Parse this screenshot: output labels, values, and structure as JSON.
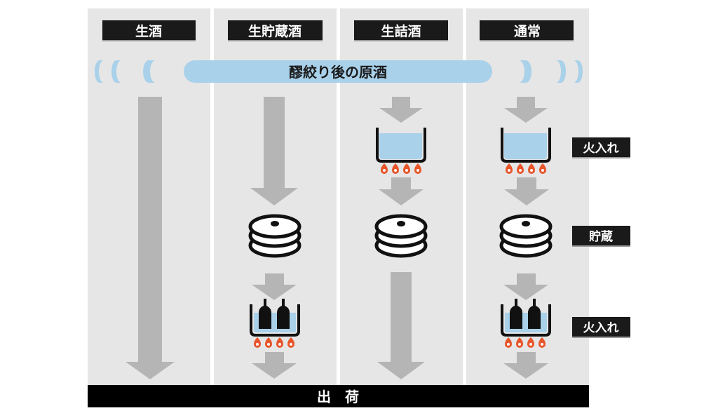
{
  "columns": [
    {
      "id": "namazake",
      "label": "生酒"
    },
    {
      "id": "namachozo",
      "label": "生貯蔵酒"
    },
    {
      "id": "namazume",
      "label": "生詰酒"
    },
    {
      "id": "tsujo",
      "label": "通常"
    }
  ],
  "band_label": "醪絞り後の原酒",
  "row_labels": {
    "heating1": "火入れ",
    "storage": "貯蔵",
    "heating2": "火入れ"
  },
  "footer_label": "出　荷",
  "colors": {
    "column_bg": "#e6e6e6",
    "arrow": "#b5b5b5",
    "band": "#a9d1ea",
    "liquid": "#a9d1ea",
    "label_bg": "#1a1a1a",
    "flame": "#e8552b",
    "footer_bg": "#000000"
  }
}
